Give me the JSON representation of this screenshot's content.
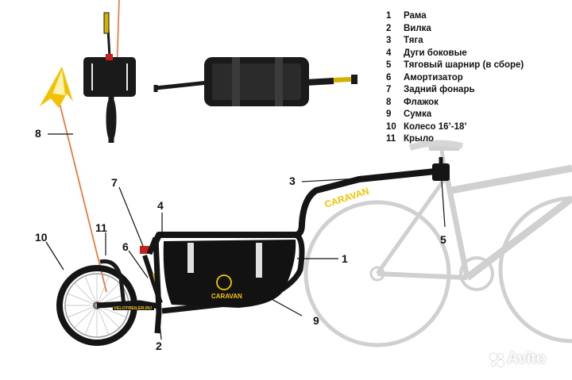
{
  "legend": [
    {
      "num": "1",
      "text": "Рама"
    },
    {
      "num": "2",
      "text": "Вилка"
    },
    {
      "num": "3",
      "text": "Тяга"
    },
    {
      "num": "4",
      "text": "Дуги боковые"
    },
    {
      "num": "5",
      "text": "Тяговый шарнир (в сборе)"
    },
    {
      "num": "6",
      "text": "Амортизатор"
    },
    {
      "num": "7",
      "text": "Задний фонарь"
    },
    {
      "num": "8",
      "text": "Флажок"
    },
    {
      "num": "9",
      "text": "Сумка"
    },
    {
      "num": "10",
      "text": "Колесо 16’-18’"
    },
    {
      "num": "11",
      "text": "Крыло"
    }
  ],
  "callouts": {
    "c1": "1",
    "c2": "2",
    "c3": "3",
    "c4": "4",
    "c5": "5",
    "c6": "6",
    "c7": "7",
    "c8": "8",
    "c9": "9",
    "c10": "10",
    "c11": "11"
  },
  "bag_logo": "CARAVAN",
  "frame_logo": "CARAVAN",
  "fork_text": "VELOTREILER.RU",
  "watermark": "Avito",
  "colors": {
    "frame": "#111111",
    "accent": "#f5c400",
    "bike": "#cfcfcf",
    "flag_pole": "#f26b2a",
    "flag": "#f5c000"
  }
}
